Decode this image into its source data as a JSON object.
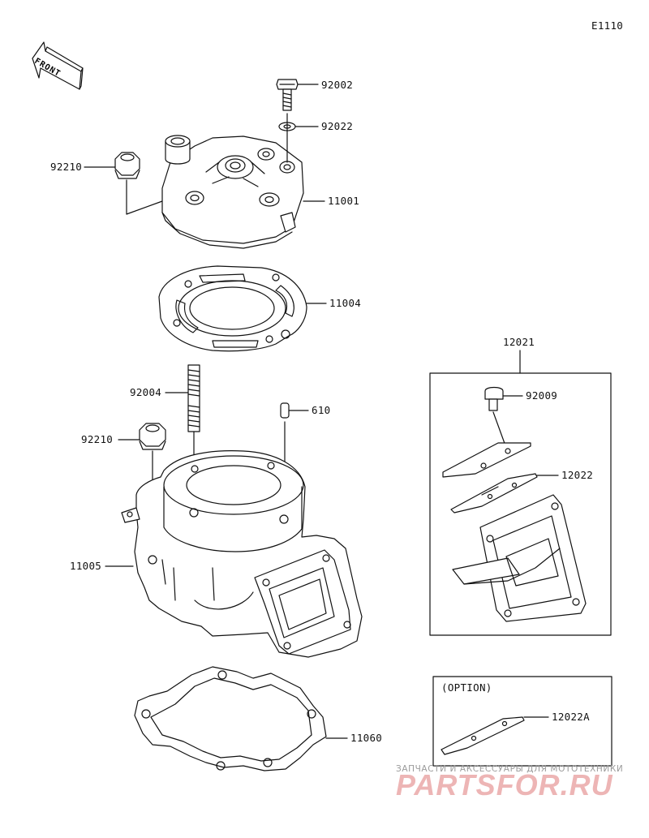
{
  "diagram_code": "E1110",
  "front_label": "FRONT",
  "parts": {
    "bolt_top": "92002",
    "washer": "92022",
    "nut_head": "92210",
    "cylinder_head": "11001",
    "head_gasket": "11004",
    "stud": "92004",
    "pin": "610",
    "nut_cyl": "92210",
    "cylinder": "11005",
    "base_gasket": "11060",
    "reed_assy": "12021",
    "reed_screw": "92009",
    "reed": "12022",
    "reed_option": "12022A"
  },
  "option_label": "(OPTION)",
  "watermark": {
    "tagline": "ЗАПЧАСТИ И АКСЕССУАРЫ ДЛЯ МОТОТЕХНИКИ",
    "brand": "PARTSFOR.RU",
    "color": "#e07a7a"
  }
}
